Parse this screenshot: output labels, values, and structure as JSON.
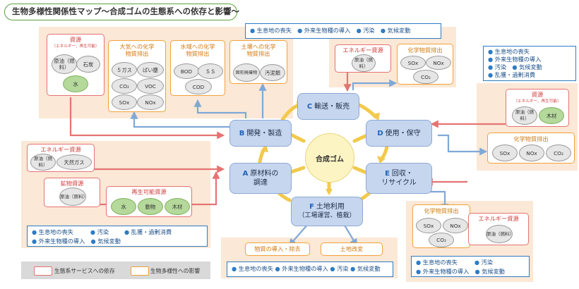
{
  "title": "生物多様性関係性マップ〜合成ゴムの生態系への依存と影響〜",
  "center": "合成ゴム",
  "nodes": {
    "A": {
      "letter": "A",
      "l1": "原材料の",
      "l2": "調達"
    },
    "B": {
      "letter": "B",
      "l1": "開発・製造"
    },
    "C": {
      "letter": "C",
      "l1": "輸送・販売"
    },
    "D": {
      "letter": "D",
      "l1": "使用・保守"
    },
    "E": {
      "letter": "E",
      "l1": "回収・",
      "l2": "リサイクル"
    },
    "F": {
      "letter": "F",
      "l1": "土地利用",
      "l2": "（工場運営、植栽）"
    }
  },
  "pressures": {
    "top": [
      "生息地の喪失",
      "外来生物種の導入",
      "汚染",
      "気候変動"
    ],
    "right1": "生息地の喪失",
    "right2": "外来生物種の導入",
    "right3a": "汚染",
    "right3b": "気候変動",
    "right4": "乱獲・過剰消費",
    "left1a": "生息地の喪失",
    "left1b": "汚染",
    "left1c": "乱獲・過剰消費",
    "left2a": "外来生物種の導入",
    "left2b": "気候変動",
    "bottom": [
      "生息地の喪失",
      "外来生物種の導入",
      "汚染",
      "気候変動"
    ],
    "br1a": "生息地の喪失",
    "br1b": "汚染",
    "br2a": "外来生物種の導入",
    "br2b": "気候変動"
  },
  "boxes": {
    "resB": {
      "t": "資源",
      "s": "（エネルギー、再生可能）",
      "items": [
        "原油（燃料）",
        "石炭",
        "水"
      ]
    },
    "airB": {
      "t1": "大気への化学",
      "t2": "物質排出",
      "items": [
        "５ガス",
        "ばい塵",
        "CO₂",
        "VOC",
        "SOx",
        "NOx"
      ]
    },
    "waterB": {
      "t1": "水域への化学",
      "t2": "物質排出",
      "items": [
        "BOD",
        "ＳＳ",
        "COD"
      ]
    },
    "soilB": {
      "t1": "土壌への化学",
      "t2": "物質排出",
      "items": [
        "固形廃棄物",
        "汚泥類"
      ]
    },
    "energyC": {
      "t": "エネルギー資源",
      "items": [
        "原油（燃料）"
      ]
    },
    "chemC": {
      "t": "化学物質排出",
      "items": [
        "SOx",
        "NOx",
        "CO₂"
      ]
    },
    "resD": {
      "t": "資源",
      "s": "（エネルギー、再生可能）",
      "items": [
        "原油（燃料）",
        "木材"
      ]
    },
    "chemD": {
      "t": "化学物質排出",
      "items": [
        "SOx",
        "NOx",
        "CO₂"
      ]
    },
    "energyA": {
      "t": "エネルギー資源",
      "items": [
        "原油（燃料）",
        "天然ガス"
      ]
    },
    "mineralA": {
      "t": "鉱物資源",
      "items": [
        "原油（原料）"
      ]
    },
    "renewA": {
      "t": "再生可能資源",
      "items": [
        "水",
        "動物",
        "木材"
      ]
    },
    "chemE": {
      "t": "化学物質排出",
      "items": [
        "SOx",
        "NOx",
        "CO₂"
      ]
    },
    "energyE": {
      "t": "エネルギー資源",
      "items": [
        "原油（燃料）"
      ]
    },
    "landF1": "物質の導入・除去",
    "landF2": "土地改変"
  },
  "legend": {
    "dep": "生態系サービスへの依存",
    "imp": "生物多様性への影響"
  },
  "colors": {
    "dependency": "#e57373",
    "impact": "#f0a23b",
    "pressure": "#2e7cc4",
    "flow": "#f2c94c",
    "process": "#c6d6ef"
  }
}
